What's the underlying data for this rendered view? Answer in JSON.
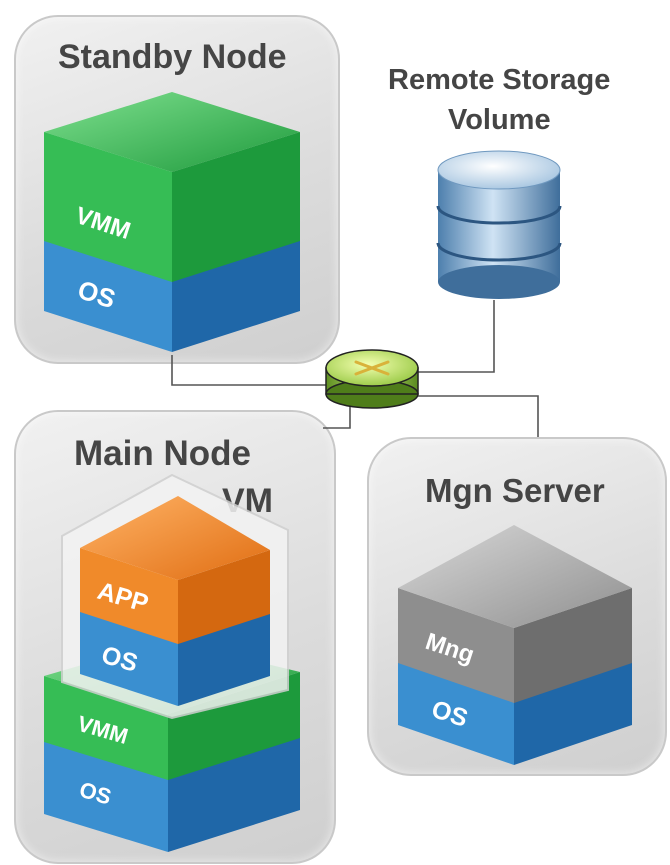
{
  "standby_node": {
    "title": "Standby Node",
    "layers": {
      "top": "VMM",
      "bottom": "OS"
    }
  },
  "remote_storage": {
    "title_line1": "Remote Storage",
    "title_line2": "Volume"
  },
  "main_node": {
    "title": "Main Node",
    "vm": {
      "title": "VM",
      "layers": {
        "top": "APP",
        "bottom": "OS"
      }
    },
    "layers": {
      "top": "VMM",
      "bottom": "OS"
    }
  },
  "mgn_server": {
    "title": "Mgn Server",
    "layers": {
      "top": "Mng",
      "bottom": "OS"
    }
  },
  "colors": {
    "green": "#2bb24c",
    "blue": "#2c7fc3",
    "orange": "#e5781e",
    "gray": "#8a8a8a",
    "panel": "#dedede",
    "title_text": "#454545"
  },
  "icons": {
    "network_switch": "router-icon",
    "storage": "database-icon"
  }
}
